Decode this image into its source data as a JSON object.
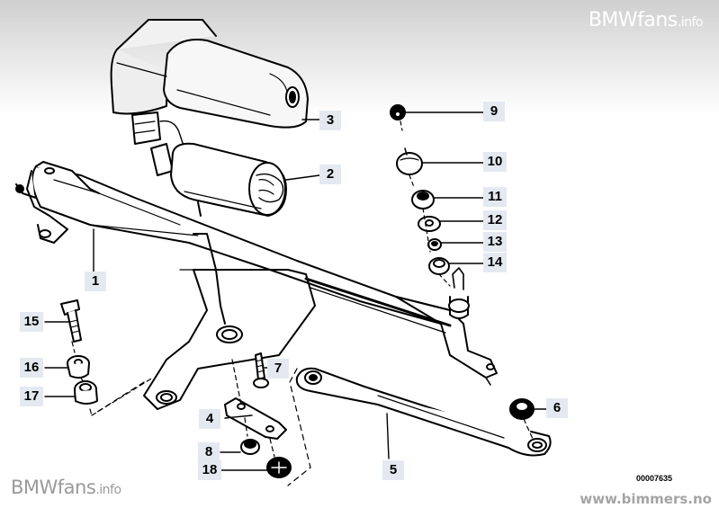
{
  "diagram": {
    "title": "Windshield wiper linkage / wiper motor assembly",
    "diagram_number": "00007635",
    "label_bg_color": "#e4e9f1",
    "line_color": "#000000"
  },
  "watermarks": {
    "top_brand": "BMWfans",
    "top_suffix": ".info",
    "bottom_brand": "BMWfans",
    "bottom_suffix": ".info",
    "url": "www.bimmers.no"
  },
  "callouts": [
    {
      "number": "1",
      "part": "wiper linkage frame"
    },
    {
      "number": "2",
      "part": "wiper motor"
    },
    {
      "number": "3",
      "part": "motor cover"
    },
    {
      "number": "4",
      "part": "bracket strap"
    },
    {
      "number": "5",
      "part": "drive link rod"
    },
    {
      "number": "6",
      "part": "nut"
    },
    {
      "number": "7",
      "part": "screw"
    },
    {
      "number": "8",
      "part": "hex nut"
    },
    {
      "number": "9",
      "part": "cap nut"
    },
    {
      "number": "10",
      "part": "cap"
    },
    {
      "number": "11",
      "part": "hex nut"
    },
    {
      "number": "12",
      "part": "washer"
    },
    {
      "number": "13",
      "part": "nut"
    },
    {
      "number": "14",
      "part": "grommet"
    },
    {
      "number": "15",
      "part": "bolt"
    },
    {
      "number": "16",
      "part": "bushing"
    },
    {
      "number": "17",
      "part": "rubber mount"
    },
    {
      "number": "18",
      "part": "clip nut"
    }
  ]
}
